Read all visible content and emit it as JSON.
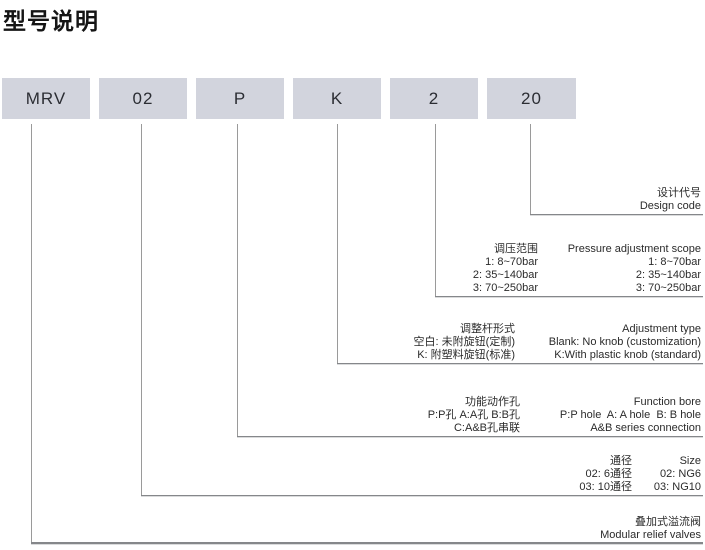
{
  "title": "型号说明",
  "model_code": {
    "boxes": [
      "MRV",
      "02",
      "P",
      "K",
      "2",
      "20"
    ]
  },
  "sections": [
    {
      "name": "design_code",
      "rows": [
        {
          "text": "设计代号"
        },
        {
          "text": "Design code"
        }
      ]
    },
    {
      "name": "pressure_adjustment_scope",
      "rows": [
        {
          "cn": "调压范围",
          "en": "Pressure adjustment scope"
        },
        {
          "cn": "1: 8~70bar",
          "en": "1: 8~70bar"
        },
        {
          "cn": "2: 35~140bar",
          "en": "2: 35~140bar"
        },
        {
          "cn": "3: 70~250bar",
          "en": "3: 70~250bar"
        }
      ]
    },
    {
      "name": "adjustment_type",
      "rows": [
        {
          "cn": "调整杆形式",
          "en": "Adjustment type"
        },
        {
          "cn": "空白: 未附旋钮(定制)",
          "en": "Blank: No knob (customization)"
        },
        {
          "cn": "K: 附塑料旋钮(标准)",
          "en": "K:With plastic knob (standard)"
        }
      ]
    },
    {
      "name": "function_bore",
      "rows": [
        {
          "cn": "功能动作孔",
          "en": "Function bore"
        },
        {
          "cn": "P:P孔 A:A孔 B:B孔",
          "en": "P:P hole  A: A hole  B: B hole"
        },
        {
          "cn": "C:A&B孔串联",
          "en": "A&B series connection"
        }
      ]
    },
    {
      "name": "size",
      "rows": [
        {
          "cn": "通径",
          "en": "Size"
        },
        {
          "cn": "02: 6通径",
          "en": "02: NG6"
        },
        {
          "cn": "03: 10通径",
          "en": "03: NG10"
        }
      ]
    },
    {
      "name": "modular_relief_valves",
      "rows": [
        {
          "text": "叠加式溢流阀"
        },
        {
          "text": "Modular relief valves"
        }
      ]
    }
  ],
  "colors": {
    "box_fill": "#d2d4dd",
    "connector_line": "#9a9a9a",
    "rule_line": "#85878a",
    "text": "#231f20"
  }
}
